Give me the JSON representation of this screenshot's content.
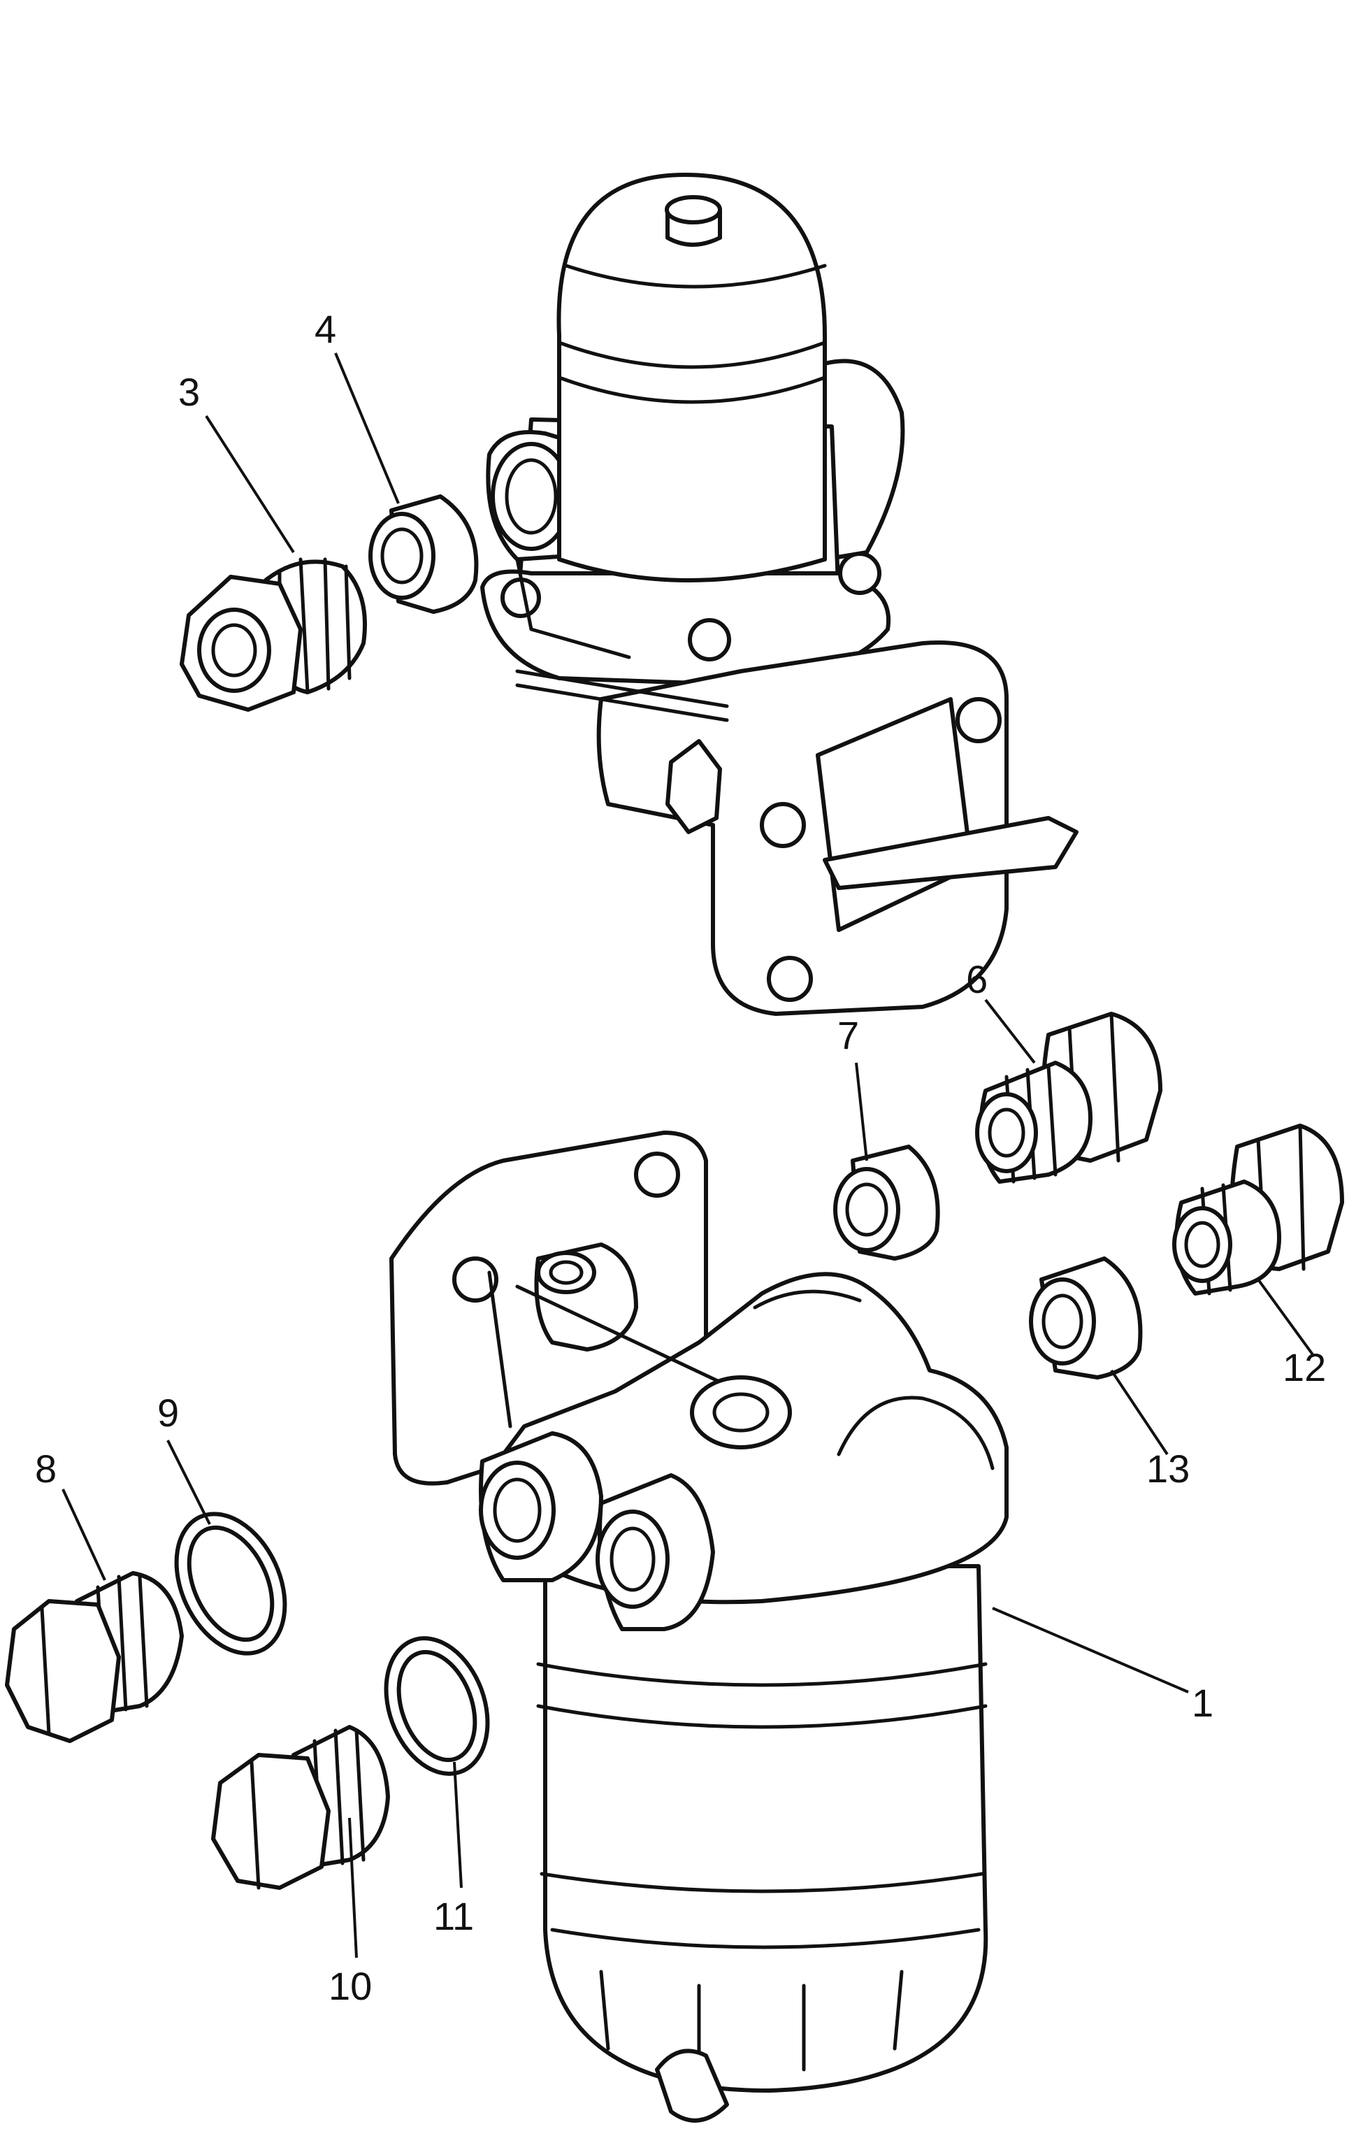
{
  "callouts": {
    "c1": "1",
    "c3": "3",
    "c4": "4",
    "c6": "6",
    "c7": "7",
    "c8": "8",
    "c9": "9",
    "c10": "10",
    "c11": "11",
    "c12": "12",
    "c13": "13"
  },
  "colors": {
    "ink": "#111111",
    "paper": "#ffffff"
  }
}
